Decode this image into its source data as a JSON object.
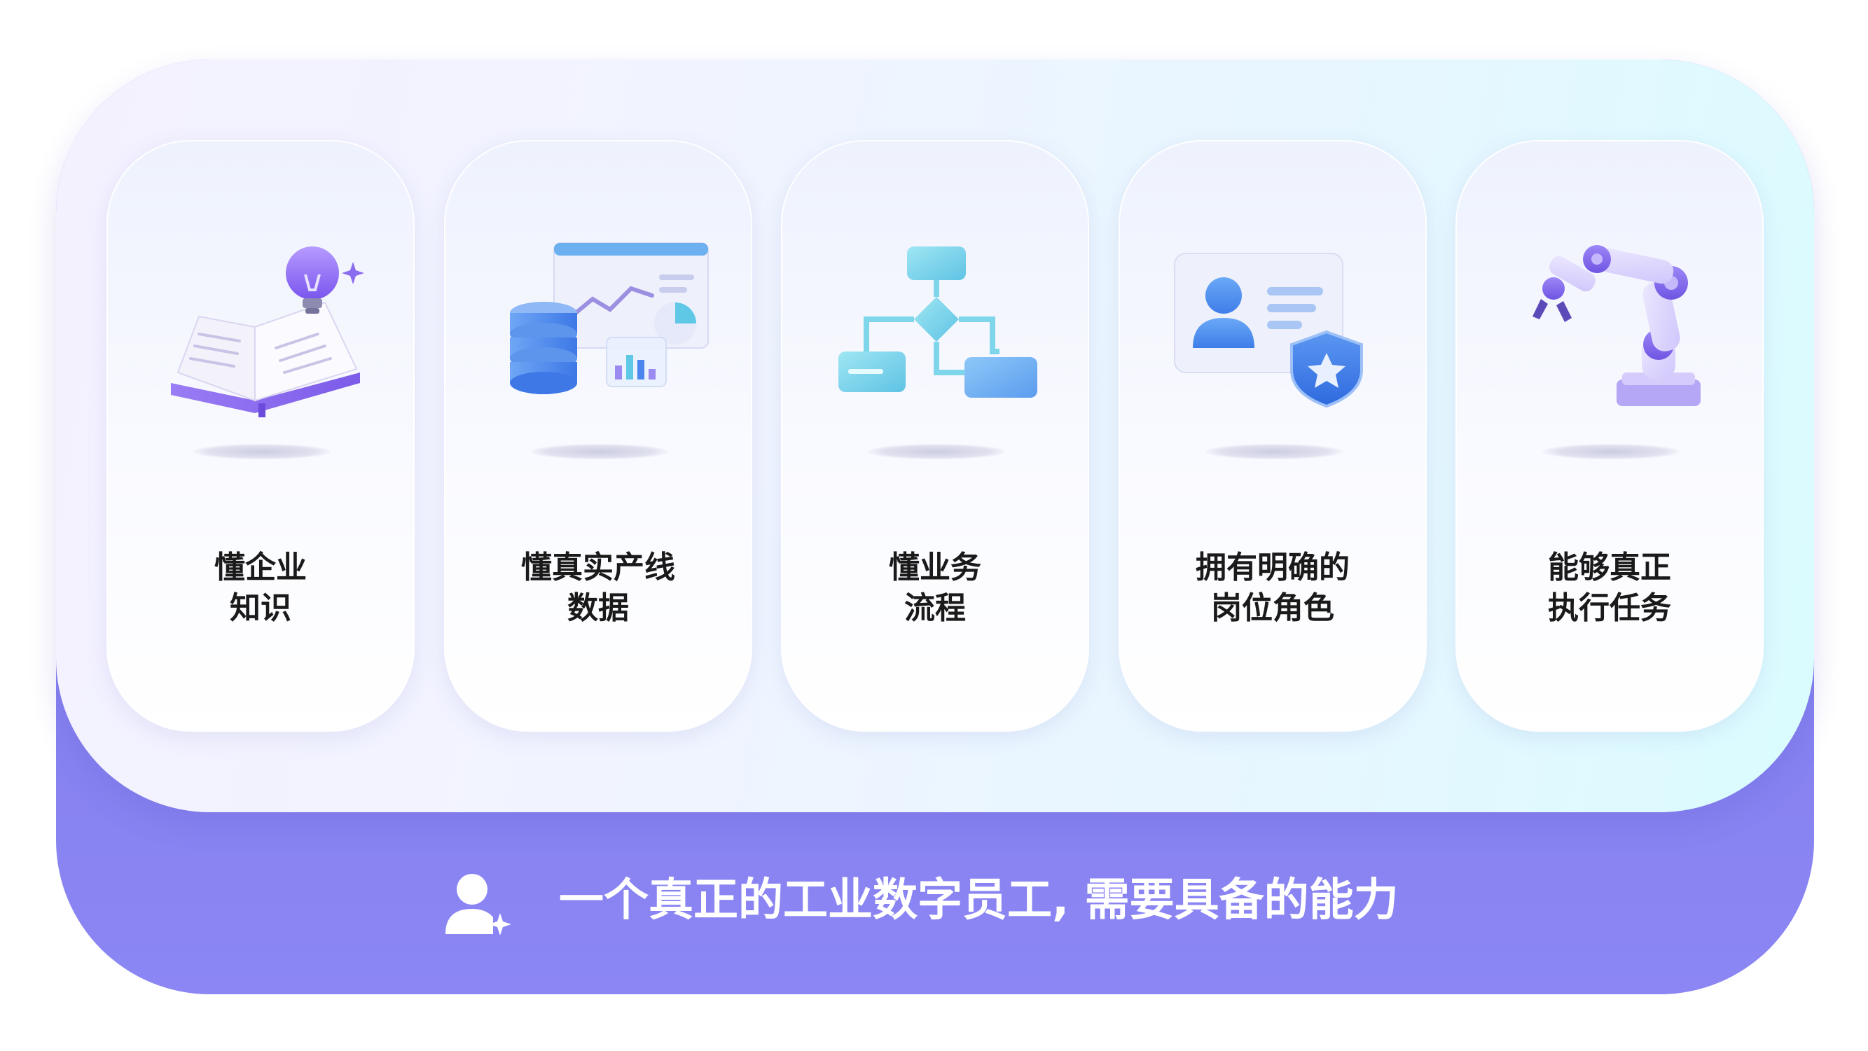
{
  "cards": [
    {
      "lines": [
        "懂企业",
        "知识"
      ],
      "icon": "book-lightbulb-icon"
    },
    {
      "lines": [
        "懂真实产线",
        "数据"
      ],
      "icon": "database-chart-icon"
    },
    {
      "lines": [
        "懂业务",
        "流程"
      ],
      "icon": "flowchart-icon"
    },
    {
      "lines": [
        "拥有明确的",
        "岗位角色"
      ],
      "icon": "id-card-shield-icon"
    },
    {
      "lines": [
        "能够真正",
        "执行任务"
      ],
      "icon": "robotic-arm-icon"
    }
  ],
  "banner": {
    "text": "一个真正的工业数字员工, 需要具备的能力",
    "icon": "user-sparkle-icon"
  },
  "colors": {
    "base_panel": "#7b78ea",
    "purple_accent": "#8a6cf0",
    "cyan_accent": "#5fd3e8",
    "blue_accent": "#4a86ee",
    "text_dark": "#1a1a1a",
    "banner_text": "#ffffff"
  }
}
